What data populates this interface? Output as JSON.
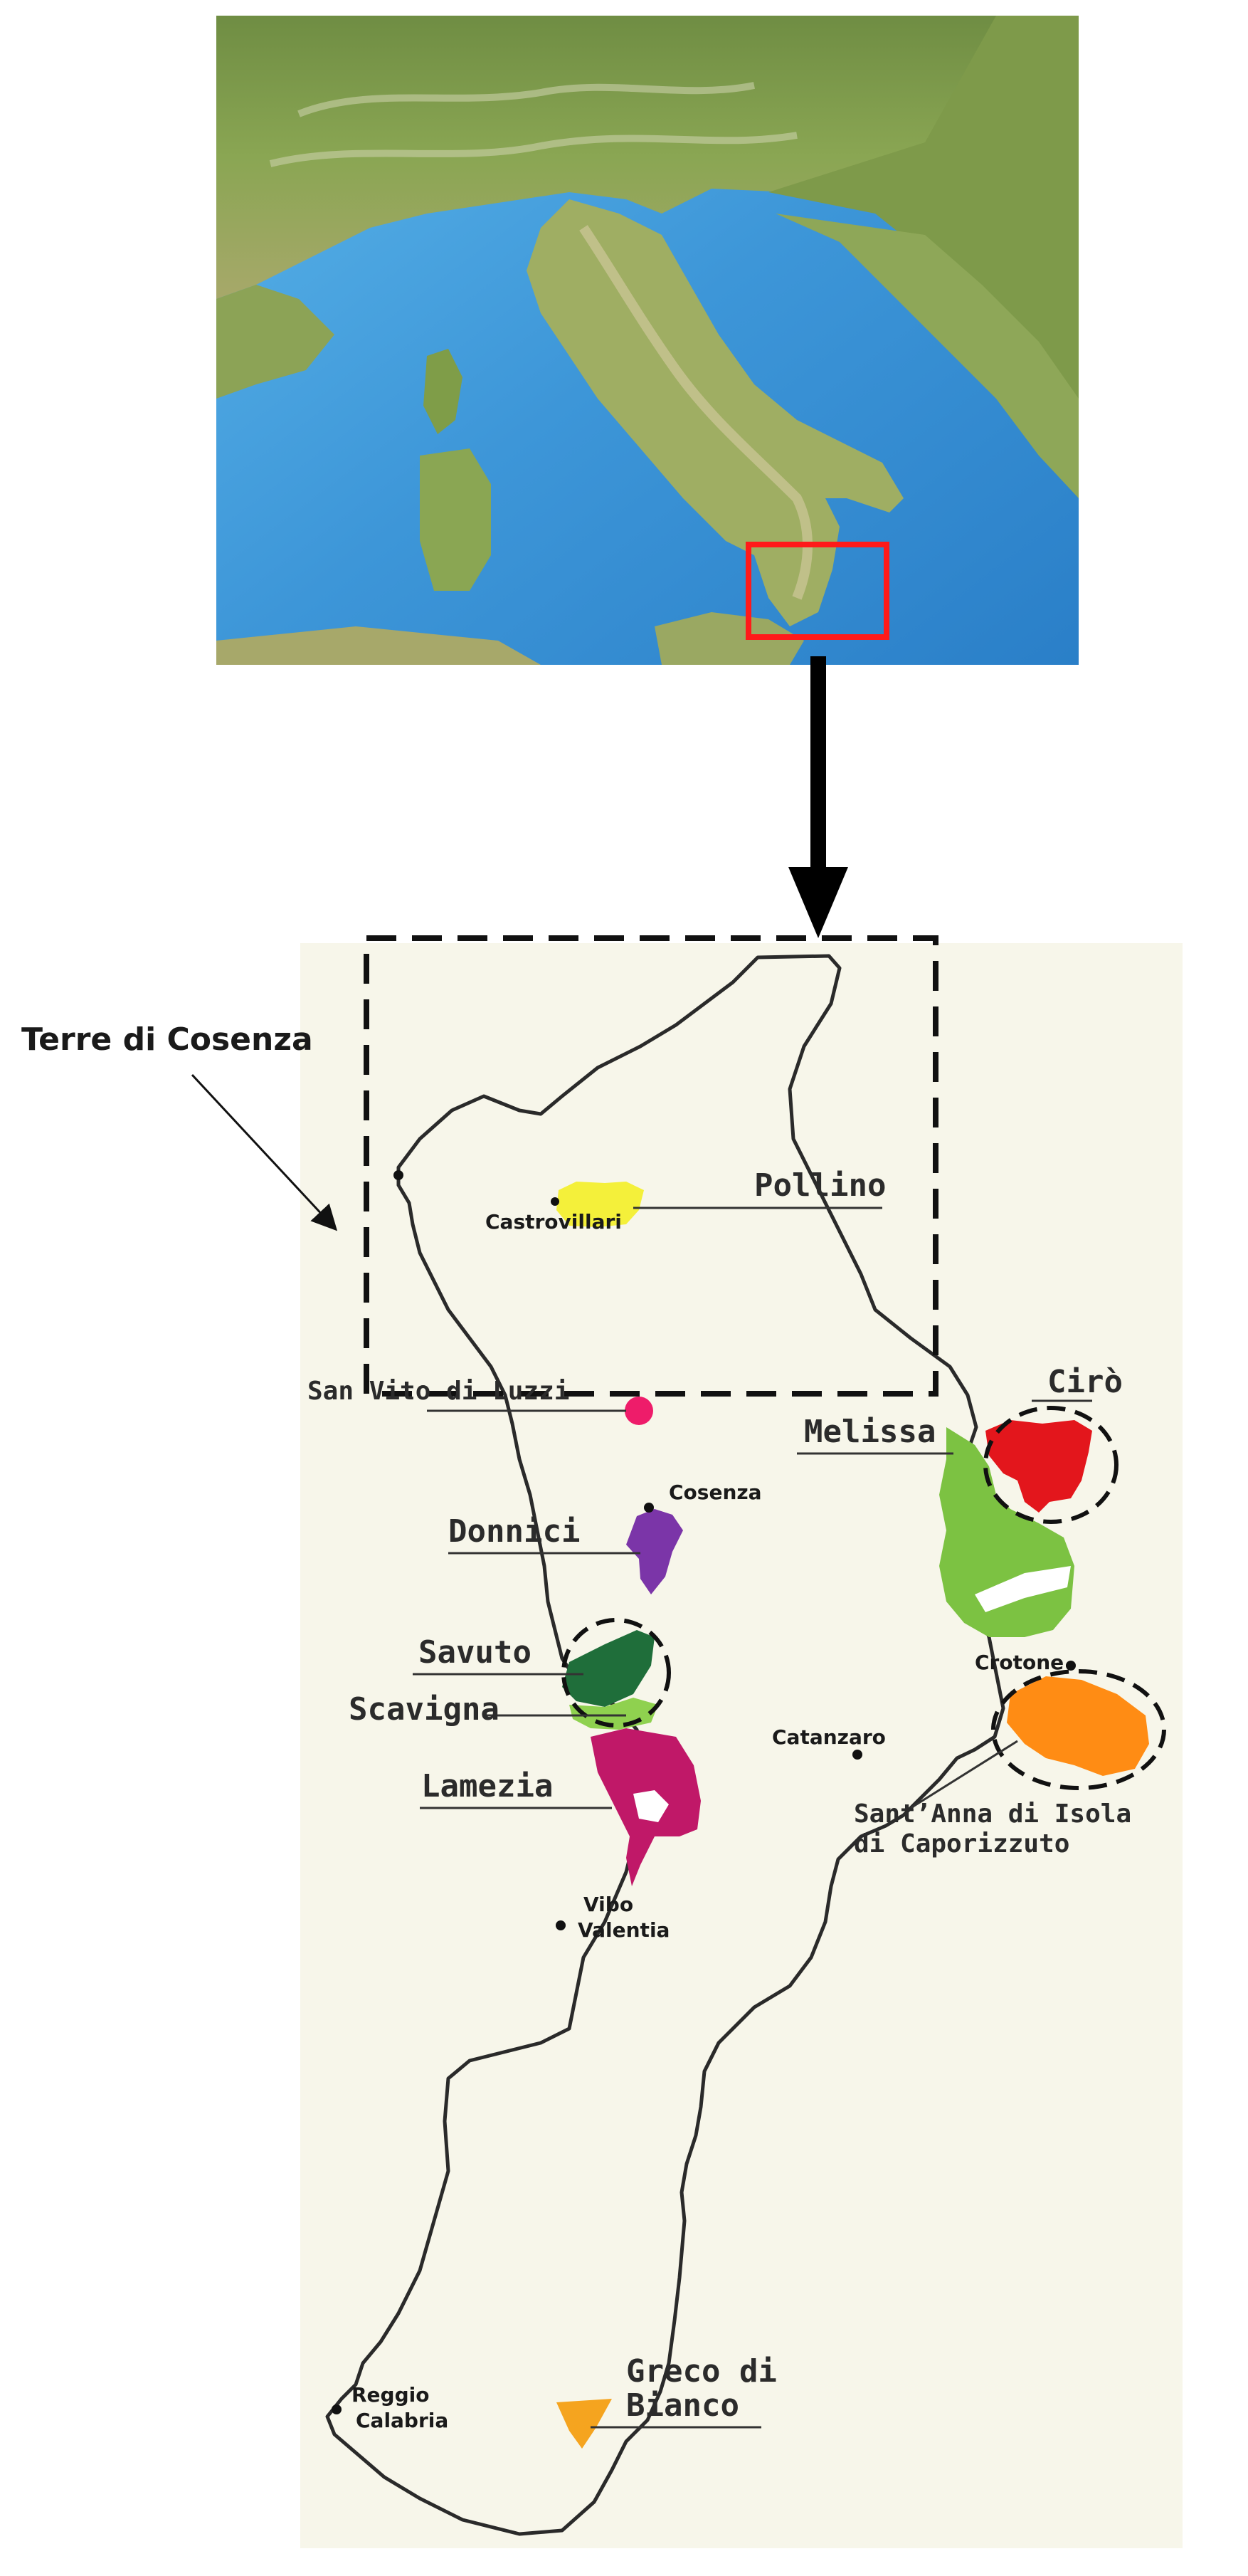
{
  "colors": {
    "inset_highlight": "#ff1a1a",
    "pollino": "#f4f03a",
    "san_vito_di_luzzi": "#ee1c6a",
    "donnici": "#7b35a8",
    "savuto": "#1f6e3a",
    "scavigna": "#8fd14f",
    "lamezia": "#c01868",
    "ciro": "#e3161c",
    "melissa": "#7cc242",
    "sant_anna": "#ff8c14",
    "greco_di_bianco": "#f5a41f",
    "calabria_background": "#f7f6ea"
  },
  "overview": {
    "description_icon": "satellite-relief-italy"
  },
  "labels": {
    "terre_di_cosenza": "Terre di Cosenza",
    "pollino": "Pollino",
    "castrovillari": "Castrovillari",
    "san_vito_di_luzzi": "San Vito di Luzzi",
    "ciro": "Cirò",
    "melissa": "Melissa",
    "cosenza": "Cosenza",
    "donnici": "Donnici",
    "crotone": "Crotone",
    "savuto": "Savuto",
    "scavigna": "Scavigna",
    "catanzaro": "Catanzaro",
    "lamezia": "Lamezia",
    "sant_anna_line1": "Sant’Anna di Isola",
    "sant_anna_line2": "di Caporizzuto",
    "vibo_line1": "Vibo",
    "vibo_line2": "Valentia",
    "greco_line1": "Greco di",
    "greco_line2": "Bianco",
    "reggio_line1": "Reggio",
    "reggio_line2": "Calabria"
  }
}
